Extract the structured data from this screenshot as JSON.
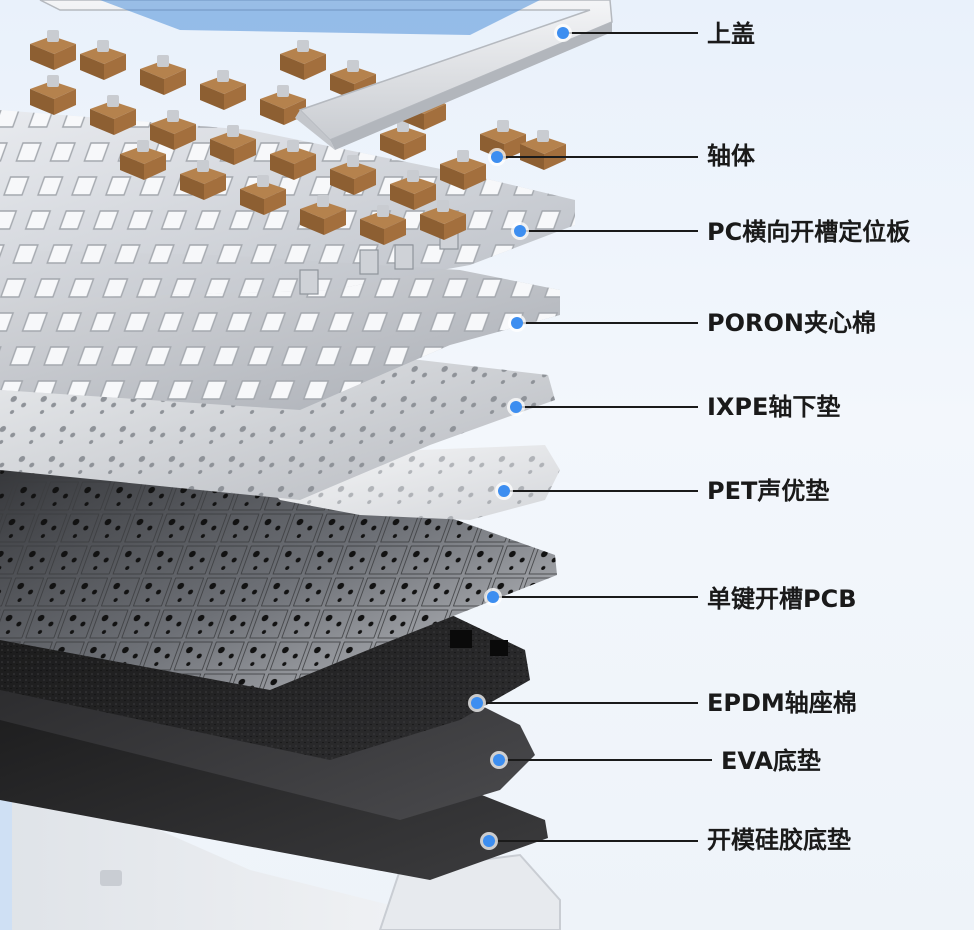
{
  "layers": [
    {
      "label": "上盖"
    },
    {
      "label": "轴体"
    },
    {
      "label": "PC横向开槽定位板"
    },
    {
      "label": "PORON夹心棉"
    },
    {
      "label": "IXPE轴下垫"
    },
    {
      "label": "PET声优垫"
    },
    {
      "label": "单键开槽PCB"
    },
    {
      "label": "EPDM轴座棉"
    },
    {
      "label": "EVA底垫"
    },
    {
      "label": "开模硅胶底垫"
    }
  ],
  "colors": {
    "marker": "#3d8ef0",
    "line": "#1a1a1a",
    "background": "#eef3f9"
  }
}
